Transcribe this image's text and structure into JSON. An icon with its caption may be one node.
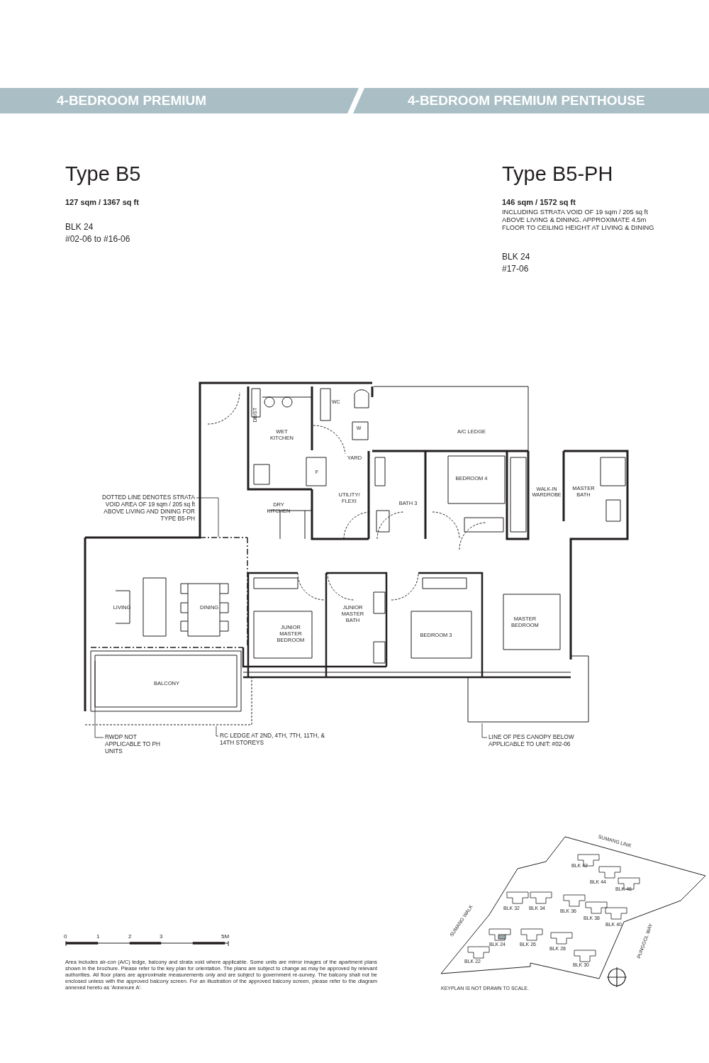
{
  "diagram": {
    "nodes": [
      {
        "text": [
          "DOTTED LINE DENOTES STRATA VOID AREA OF 19 sqm / 205 sq ft ABOVE LIVING AND DINING FOR TYPE B5-PH"
        ]
      },
      {
        "text": [
          "RWDP NOT APPLICABLE TO PH UNITS"
        ]
      },
      {
        "text": [
          "RC LEDGE AT 2ND, 4TH, 7TH, 11TH, & 14TH STOREYS"
        ]
      },
      {
        "text": [
          "LINE OF PES CANOPY BELOW APPLICABLE TO UNIT: #02-06"
        ]
      }
    ],
    "edges": [
      {
        "from": 0,
        "to": null,
        "arrow": "none"
      },
      {
        "from": 1,
        "to": null,
        "arrow": "none"
      },
      {
        "from": 2,
        "to": null,
        "arrow": "none"
      },
      {
        "from": 3,
        "to": null,
        "arrow": "none"
      }
    ],
    "labels": [
      "4-BEDROOM PREMIUM",
      "4-BEDROOM PREMIUM PENTHOUSE",
      "Type B5",
      "Type B5-PH",
      "127 sqm / 1367 sq ft",
      "146 sqm / 1572 sq ft",
      "INCLUDING STRATA VOID OF 19 sqm / 205 sq ft ABOVE LIVING & DINING. APPROXIMATE 4.5m FLOOR TO CEILING HEIGHT AT LIVING & DINING",
      "BLK 24",
      "#02-06 to #16-06",
      "BLK 24",
      "#17-06",
      "DB/ST",
      "WC",
      "W",
      "WET KITCHEN",
      "YARD",
      "F",
      "A/C LEDGE",
      "BEDROOM 4",
      "WALK-IN WARDROBE",
      "MASTER BATH",
      "UTILITY/ FLEXI",
      "BATH 3",
      "DRY KITCHEN",
      "LIVING",
      "DINING",
      "JUNIOR MASTER BATH",
      "JUNIOR MASTER BEDROOM",
      "BEDROOM 3",
      "MASTER BEDROOM",
      "BALCONY",
      "SUMANG LINK",
      "BLK 42",
      "BLK 44",
      "BLK 46",
      "BLK 32",
      "BLK 34",
      "BLK 36",
      "BLK 38",
      "BLK 40",
      "SUMANG WALK",
      "PUNGGOL WAY",
      "BLK 24",
      "BLK 26",
      "BLK 28",
      "BLK 30",
      "BLK 22",
      "0",
      "1",
      "2",
      "3",
      "5M",
      "Area includes air-con (A/C) ledge, balcony and strata void where applicable. Some units are mirror images of the apartment plans shown in the brochure. Please refer to the key plan for orientation. The plans are subject to change as may be approved by relevant authorities. All floor plans are approximate measurements only and are subject to government re-survey. The balcony shall not be enclosed unless with the approved balcony screen. For an illustration of the approved balcony screen, please refer to the diagram annexed hereto as 'Annexure A'.",
      "KEYPLAN IS NOT DRAWN TO SCALE."
    ]
  }
}
